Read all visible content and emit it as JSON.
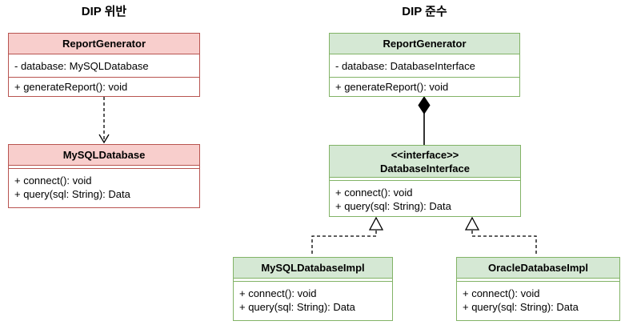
{
  "panels": {
    "violation": {
      "title": "DIP 위반",
      "report_generator": {
        "name": "ReportGenerator",
        "attribute": "- database: MySQLDatabase",
        "method": "+ generateReport(): void"
      },
      "mysql_database": {
        "name": "MySQLDatabase",
        "methods": [
          "+ connect(): void",
          "+ query(sql: String): Data"
        ]
      }
    },
    "compliance": {
      "title": "DIP 준수",
      "report_generator": {
        "name": "ReportGenerator",
        "attribute": "- database: DatabaseInterface",
        "method": "+ generateReport(): void"
      },
      "database_interface": {
        "stereotype": "<<interface>>",
        "name": "DatabaseInterface",
        "methods": [
          "+ connect(): void",
          "+ query(sql: String): Data"
        ]
      },
      "mysql_impl": {
        "name": "MySQLDatabaseImpl",
        "methods": [
          "+ connect(): void",
          "+ query(sql: String): Data"
        ]
      },
      "oracle_impl": {
        "name": "OracleDatabaseImpl",
        "methods": [
          "+ connect(): void",
          "+ query(sql: String): Data"
        ]
      }
    }
  },
  "relationships": {
    "dependency": "dashed open arrow: ReportGenerator -> MySQLDatabase",
    "composition": "solid line with filled diamond: ReportGenerator -> DatabaseInterface",
    "realization_left": "dashed hollow triangle: MySQLDatabaseImpl -> DatabaseInterface",
    "realization_right": "dashed hollow triangle: OracleDatabaseImpl -> DatabaseInterface"
  },
  "colors": {
    "violation_fill": "#f8cecc",
    "violation_border": "#b85450",
    "compliance_fill": "#d5e8d4",
    "compliance_border": "#82b366",
    "connector": "#000000"
  }
}
